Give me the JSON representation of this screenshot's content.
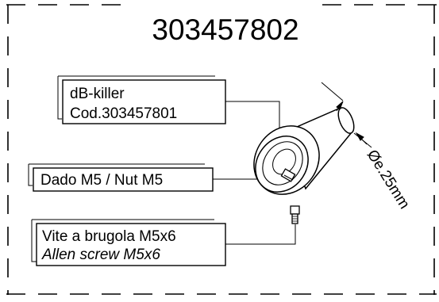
{
  "drawing": {
    "part_number": "303457802",
    "labels": [
      {
        "line1": "dB-killer",
        "line2": "Cod.303457801"
      },
      {
        "line1": "Dado M5 / Nut M5"
      },
      {
        "line1": "Vite a brugola M5x6",
        "line2": "Allen screw M5x6"
      }
    ],
    "dimension": "Øe.25mm",
    "line_color": "#000000",
    "background_color": "#ffffff"
  }
}
